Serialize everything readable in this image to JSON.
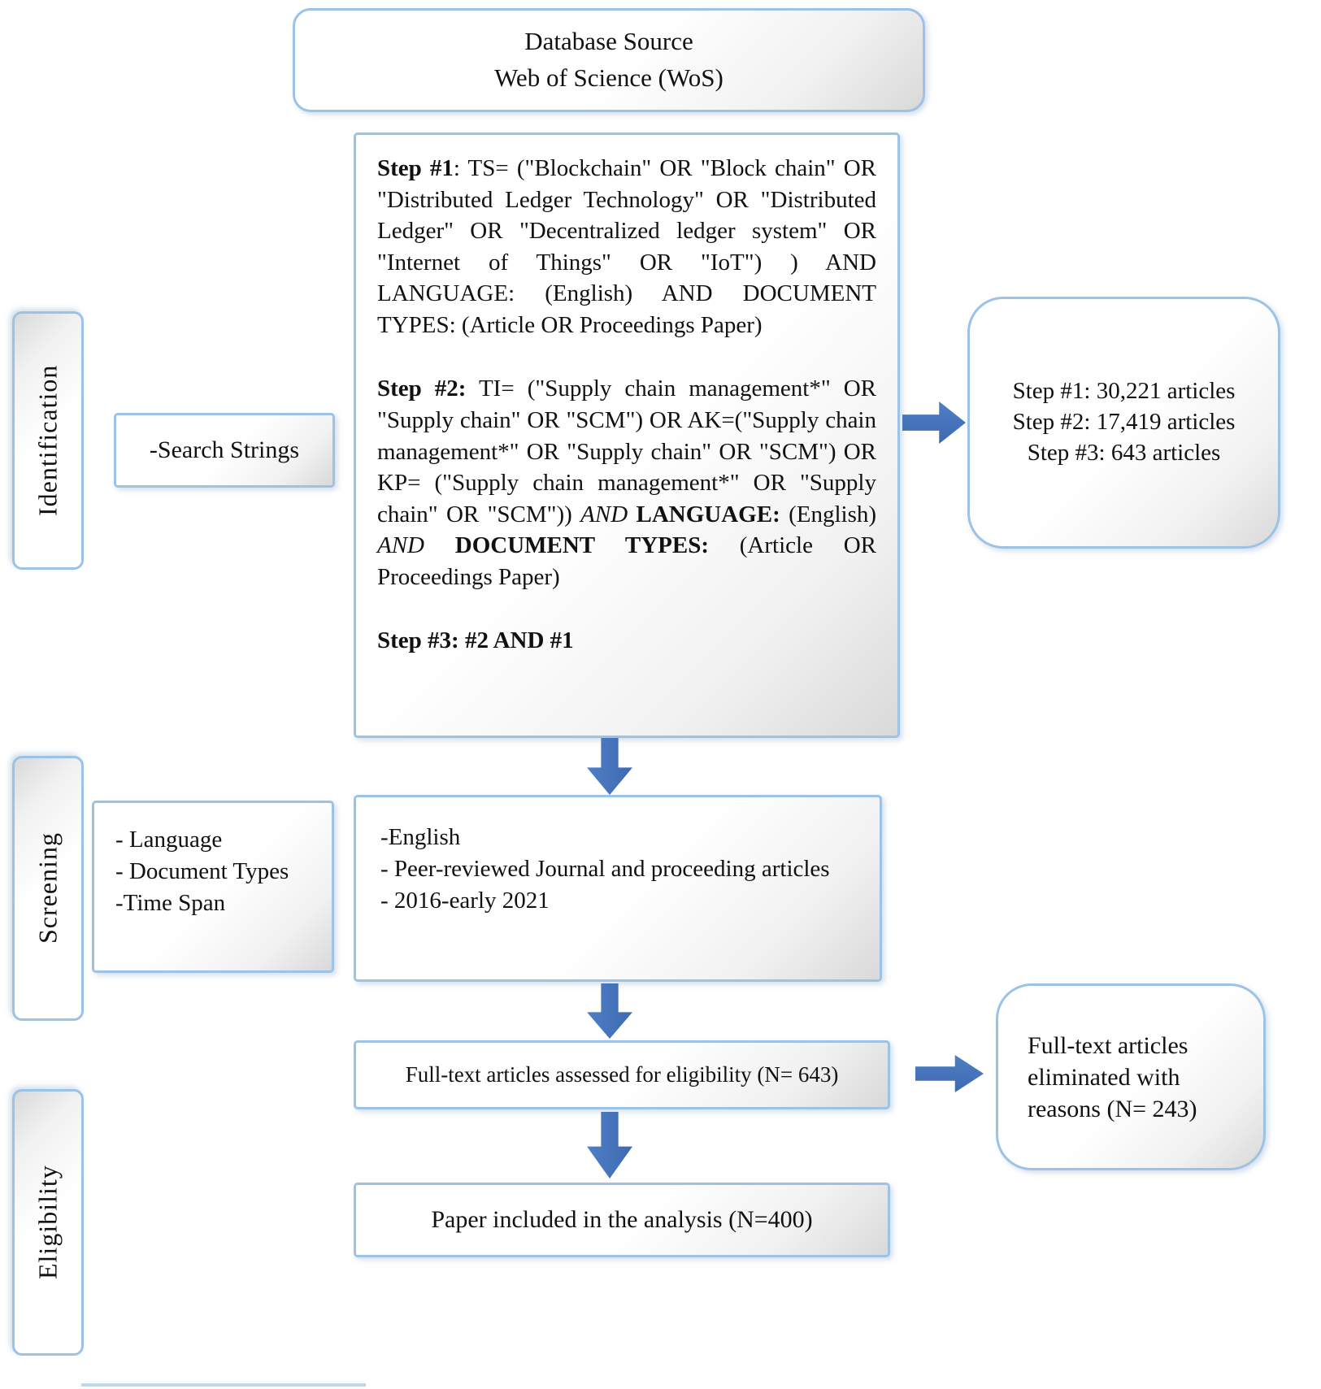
{
  "title_box": {
    "line1": "Database Source",
    "line2": "Web of Science (WoS)"
  },
  "stage_labels": {
    "identification": "Identification",
    "screening": "Screening",
    "eligibility": "Eligibility"
  },
  "search_strings_box": {
    "label": "-Search Strings"
  },
  "query_box": {
    "paragraphs": [
      [
        {
          "t": "Step #1",
          "b": true
        },
        {
          "t": ": TS= (\"Blockchain\" OR \"Block chain\" OR \"Distributed Ledger Technology\" OR \"Distributed Ledger\" OR \"Decentralized ledger system\" OR \"Internet of Things\" OR \"IoT\") ) AND LANGUAGE: (English) AND DOCUMENT TYPES: (Article OR Proceedings Paper)"
        }
      ],
      [
        {
          "t": "Step #2:",
          "b": true
        },
        {
          "t": " TI= (\"Supply chain management*\" OR \"Supply chain\" OR \"SCM\") OR AK=(\"Supply chain management*\" OR \"Supply chain\" OR \"SCM\") OR KP= (\"Supply chain management*\" OR \"Supply chain\" OR \"SCM\"))  "
        },
        {
          "t": "AND",
          "i": true
        },
        {
          "t": " "
        },
        {
          "t": "LANGUAGE:",
          "b": true
        },
        {
          "t": " (English) "
        },
        {
          "t": "AND",
          "i": true
        },
        {
          "t": " "
        },
        {
          "t": "DOCUMENT TYPES:",
          "b": true
        },
        {
          "t": " (Article OR Proceedings Paper)"
        }
      ],
      [
        {
          "t": "Step #3: #2 AND #1",
          "b": true
        }
      ]
    ]
  },
  "results_box": {
    "lines": [
      "Step #1: 30,221 articles",
      "Step #2: 17,419 articles",
      "Step #3: 643 articles"
    ]
  },
  "screening_criteria_box": {
    "lines": [
      "- Language",
      "- Document Types",
      "-Time Span"
    ]
  },
  "screening_detail_box": {
    "lines": [
      "-English",
      "- Peer-reviewed Journal and proceeding articles",
      "- 2016-early 2021"
    ]
  },
  "fulltext_box": {
    "text": "Full-text articles assessed for eligibility (N= 643)"
  },
  "eliminated_box": {
    "text": "Full-text articles eliminated with reasons (N= 243)"
  },
  "included_box": {
    "text": "Paper included in the analysis (N=400)"
  },
  "colors": {
    "box_border": "#9CC2E5",
    "arrow_fill": "#4472C4",
    "text": "#111111"
  }
}
